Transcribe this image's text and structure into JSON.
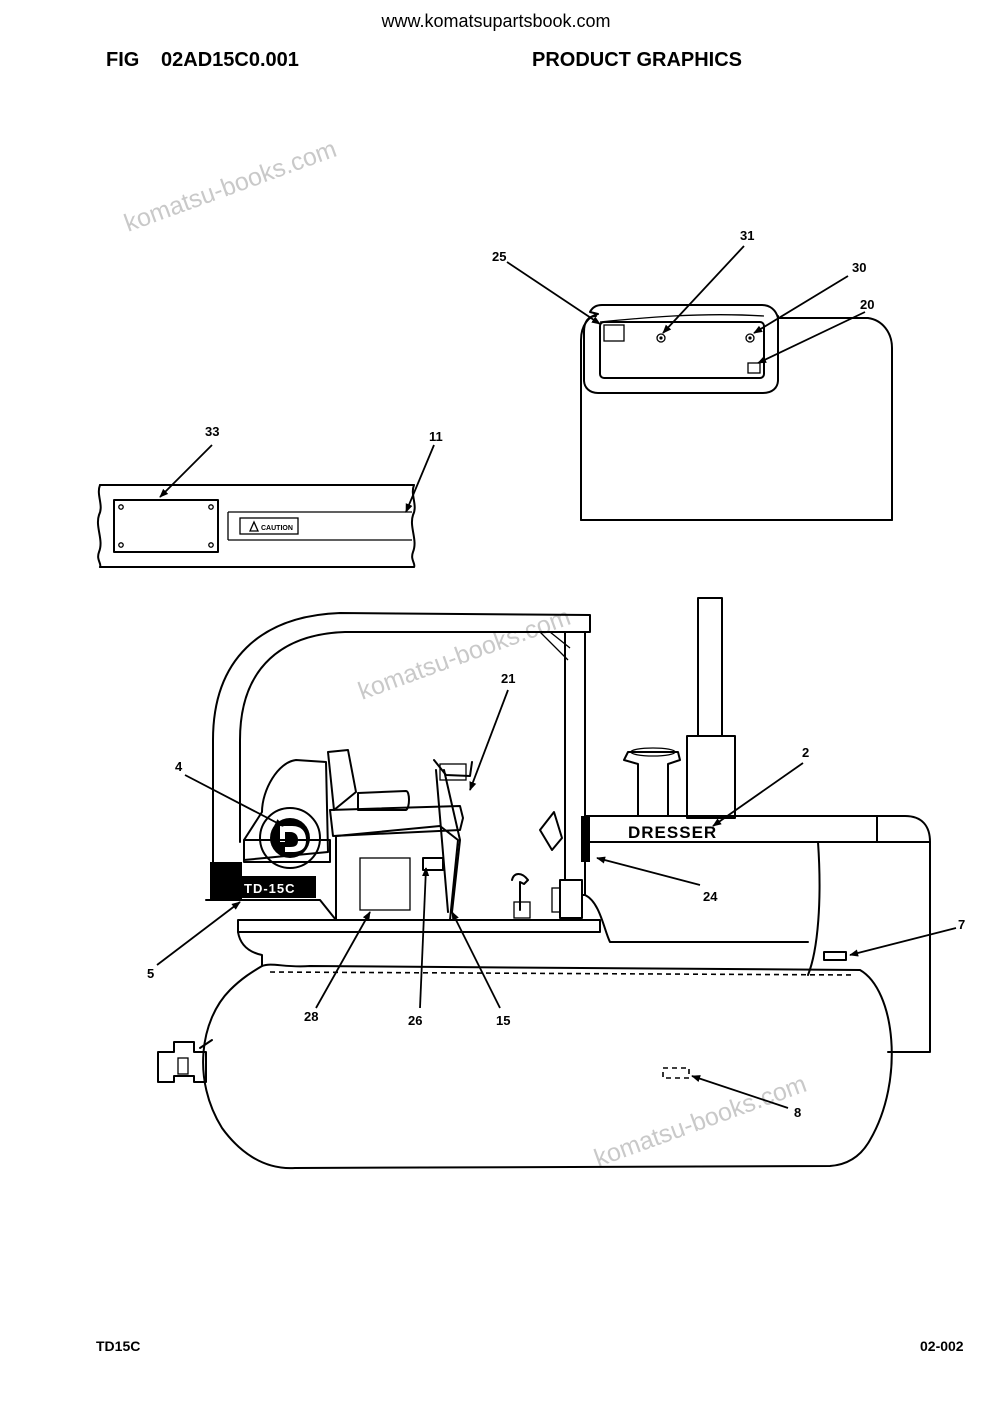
{
  "header": {
    "site_url": "www.komatsupartsbook.com",
    "fig_label": "FIG",
    "fig_number": "02AD15C0.001",
    "title": "PRODUCT GRAPHICS"
  },
  "watermarks": [
    "komatsu-books.com",
    "komatsu-books.com",
    "komatsu-books.com"
  ],
  "decals": {
    "caution": "CAUTION",
    "brand": "DRESSER",
    "model_plate": "TD-15C"
  },
  "callouts": {
    "c2": "2",
    "c4": "4",
    "c5": "5",
    "c7": "7",
    "c8": "8",
    "c11": "11",
    "c15": "15",
    "c20": "20",
    "c21": "21",
    "c24": "24",
    "c25": "25",
    "c26": "26",
    "c28": "28",
    "c30": "30",
    "c31": "31",
    "c33": "33"
  },
  "footer": {
    "model": "TD15C",
    "page": "02-002"
  },
  "icons": {
    "leader_arrow": "arrowhead",
    "warning": "warning-triangle-icon",
    "brand_logo": "dresser-d-logo-icon"
  }
}
